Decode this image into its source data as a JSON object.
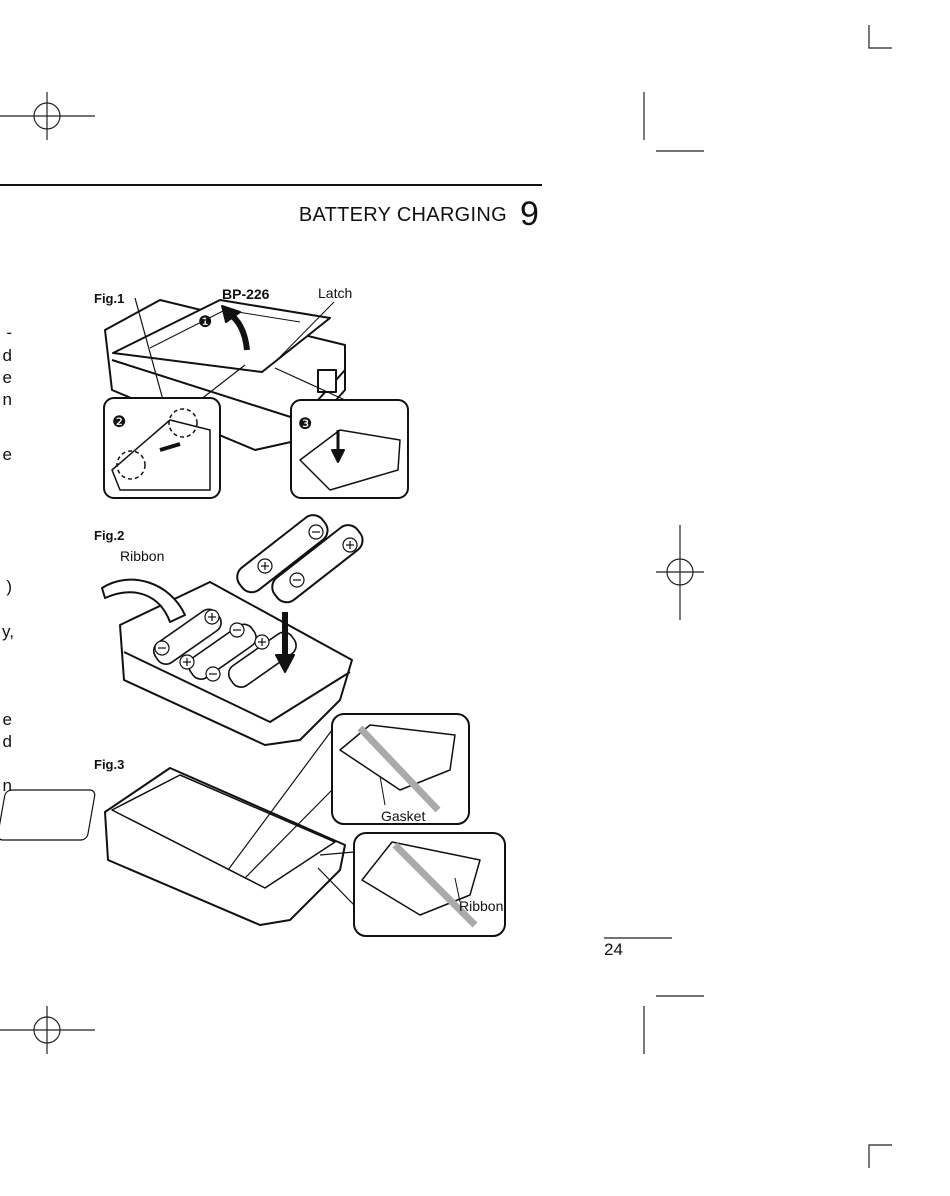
{
  "header": {
    "section_title": "BATTERY CHARGING",
    "section_number": "9"
  },
  "figures": {
    "fig1": {
      "label": "Fig.1",
      "callout_battery": "BP-226",
      "callout_latch": "Latch",
      "step_markers": [
        "❶",
        "❷",
        "❸"
      ]
    },
    "fig2": {
      "label": "Fig.2",
      "callout_ribbon": "Ribbon"
    },
    "fig3": {
      "label": "Fig.3",
      "callout_gasket": "Gasket",
      "callout_ribbon": "Ribbon"
    }
  },
  "left_margin_fragments": [
    "-",
    "d",
    "e",
    "n",
    "e",
    ")",
    "y,",
    "e",
    "d",
    "n"
  ],
  "footer": {
    "page_number": "24"
  }
}
